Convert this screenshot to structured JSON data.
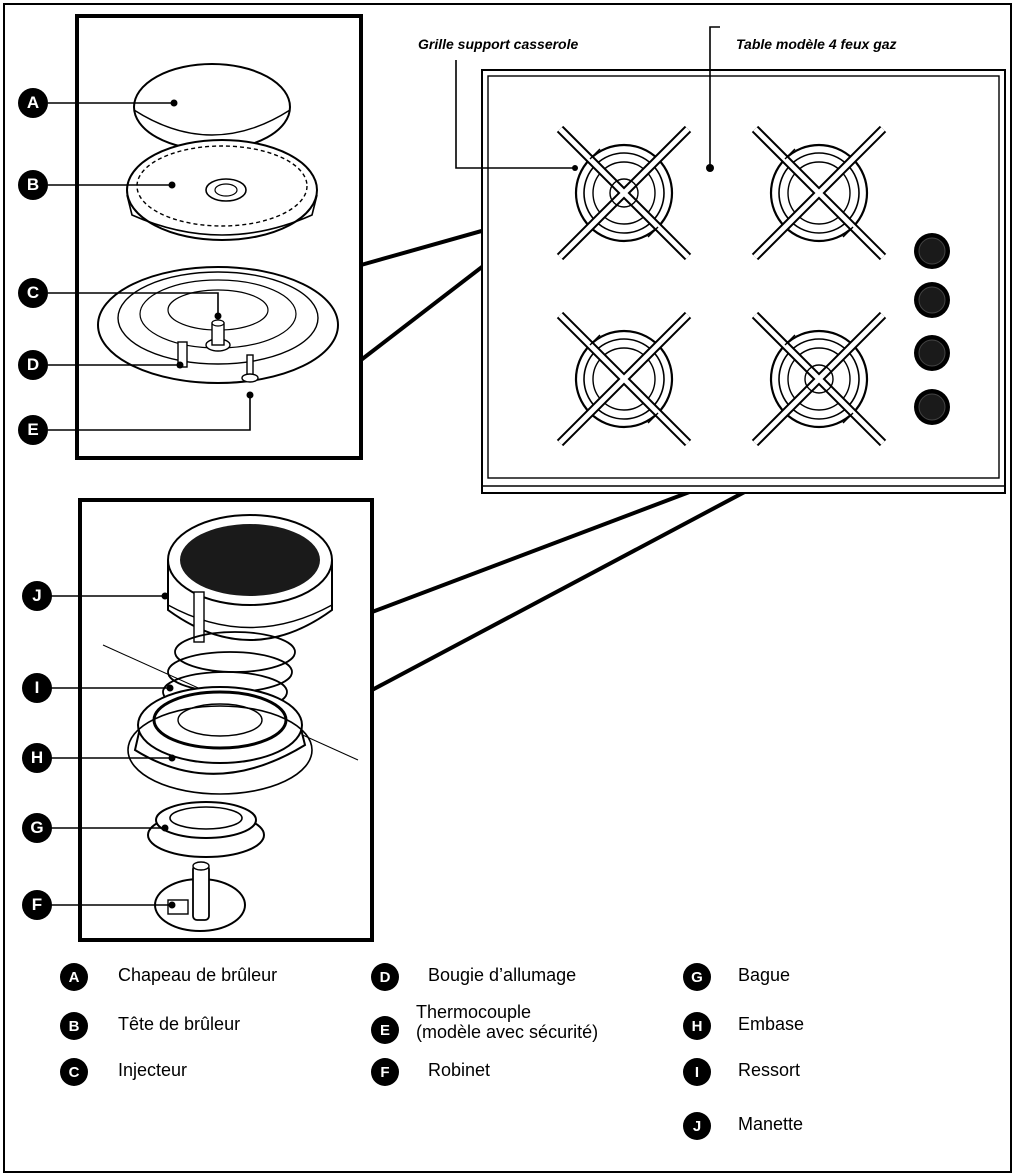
{
  "callouts": {
    "grille": "Grille support casserole",
    "table": "Table modèle 4 feux gaz"
  },
  "top_parts": [
    "A",
    "B",
    "C",
    "D",
    "E"
  ],
  "bottom_parts": [
    "J",
    "I",
    "H",
    "G",
    "F"
  ],
  "legend": [
    {
      "letter": "A",
      "label": "Chapeau de brûleur"
    },
    {
      "letter": "B",
      "label": "Tête de brûleur"
    },
    {
      "letter": "C",
      "label": "Injecteur"
    },
    {
      "letter": "D",
      "label": "Bougie d’allumage"
    },
    {
      "letter": "E",
      "label": "Thermocouple",
      "label2": "(modèle avec sécurité)"
    },
    {
      "letter": "F",
      "label": "Robinet"
    },
    {
      "letter": "G",
      "label": "Bague"
    },
    {
      "letter": "H",
      "label": "Embase"
    },
    {
      "letter": "I",
      "label": "Ressort"
    },
    {
      "letter": "J",
      "label": "Manette"
    }
  ]
}
